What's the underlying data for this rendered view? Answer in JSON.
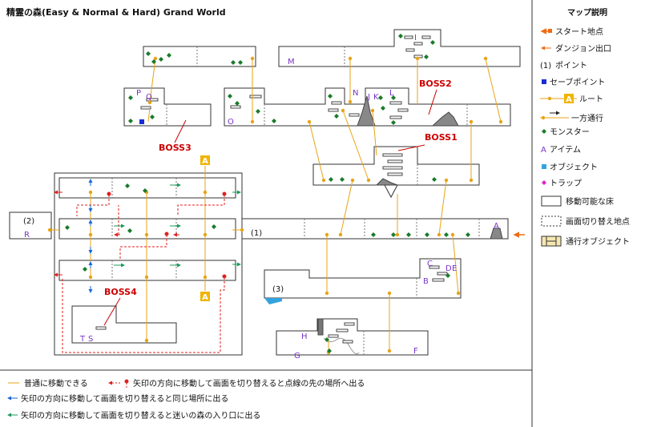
{
  "title": "精霊の森(Easy & Normal & Hard) Grand World",
  "legend": {
    "heading": "マップ説明",
    "items": [
      {
        "label": "スタート地点",
        "icon": "start-arrow-icon"
      },
      {
        "label": "ダンジョン出口",
        "icon": "exit-arrow-icon"
      },
      {
        "label": "ポイント",
        "icon": "point-marker-icon",
        "marker": "(1)"
      },
      {
        "label": "セーブポイント",
        "icon": "save-point-icon"
      },
      {
        "label": "ルート",
        "icon": "route-icon",
        "marker": "A"
      },
      {
        "label": "一方通行",
        "icon": "one-way-icon"
      },
      {
        "label": "モンスター",
        "icon": "monster-icon"
      },
      {
        "label": "アイテム",
        "icon": "item-icon",
        "marker": "A"
      },
      {
        "label": "オブジェクト",
        "icon": "object-icon"
      },
      {
        "label": "トラップ",
        "icon": "trap-icon"
      },
      {
        "label": "移動可能な床",
        "icon": "floor-icon"
      },
      {
        "label": "画面切り替え地点",
        "icon": "screen-switch-icon"
      },
      {
        "label": "通行オブジェクト",
        "icon": "passable-object-icon"
      }
    ]
  },
  "footer": {
    "notes": [
      "普通に移動できる",
      "矢印の方向に移動して画面を切り替えると点線の先の場所へ出る",
      "矢印の方向に移動して画面を切り替えると同じ場所に出る",
      "矢印の方向に移動して画面を切り替えると迷いの森の入り口に出る"
    ]
  },
  "bosses": [
    "BOSS1",
    "BOSS2",
    "BOSS3",
    "BOSS4"
  ],
  "points": [
    "(1)",
    "(2)",
    "(3)"
  ],
  "route_markers": [
    "A",
    "A"
  ],
  "item_letters": [
    "B",
    "C",
    "D",
    "E",
    "F",
    "G",
    "H",
    "I",
    "J",
    "K",
    "L",
    "M",
    "N",
    "O",
    "P",
    "Q",
    "R",
    "S",
    "T"
  ],
  "colors": {
    "route": "#E8A317",
    "route_marker_bg": "#F0B400",
    "boss_text": "#CC0000",
    "item_letter": "#7A35C8",
    "monster": "#1A7A2A",
    "save_point": "#1A2BD6",
    "object": "#33A3E0",
    "trap": "#E020C8",
    "one_way_red": "#E02020",
    "arrow_blue": "#1A66D6",
    "arrow_green": "#1A9A5A",
    "start_arrow": "#F06A10",
    "wall": "#555555",
    "floor": "#888888"
  }
}
